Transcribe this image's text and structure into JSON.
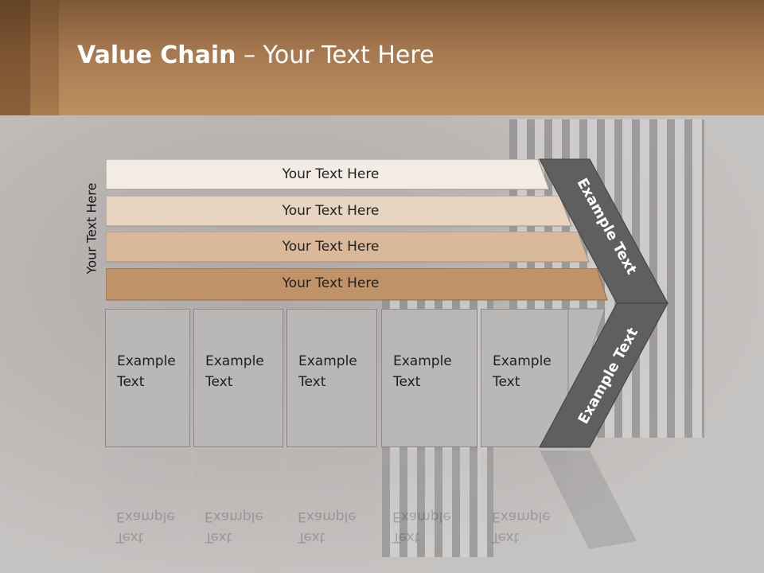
{
  "title": {
    "bold": "Value Chain",
    "rest": " – Your Text Here"
  },
  "side_label": "Your Text Here",
  "rows": [
    {
      "label": "Your Text Here",
      "color": "#f3ece5"
    },
    {
      "label": "Your Text Here",
      "color": "#e7d4c1"
    },
    {
      "label": "Your Text Here",
      "color": "#d9b99a"
    },
    {
      "label": "Your Text Here",
      "color": "#c09268"
    }
  ],
  "boxes": [
    {
      "line1": "Example",
      "line2": "Text"
    },
    {
      "line1": "Example",
      "line2": "Text"
    },
    {
      "line1": "Example",
      "line2": "Text"
    },
    {
      "line1": "Example",
      "line2": "Text"
    },
    {
      "line1": "Example",
      "line2": "Text"
    }
  ],
  "chevron_upper_label": "Example Text",
  "chevron_lower_label": "Example Text",
  "colors": {
    "header": "#a6784f",
    "chevron": "#5f5f5f",
    "box": "#bab8b7"
  }
}
